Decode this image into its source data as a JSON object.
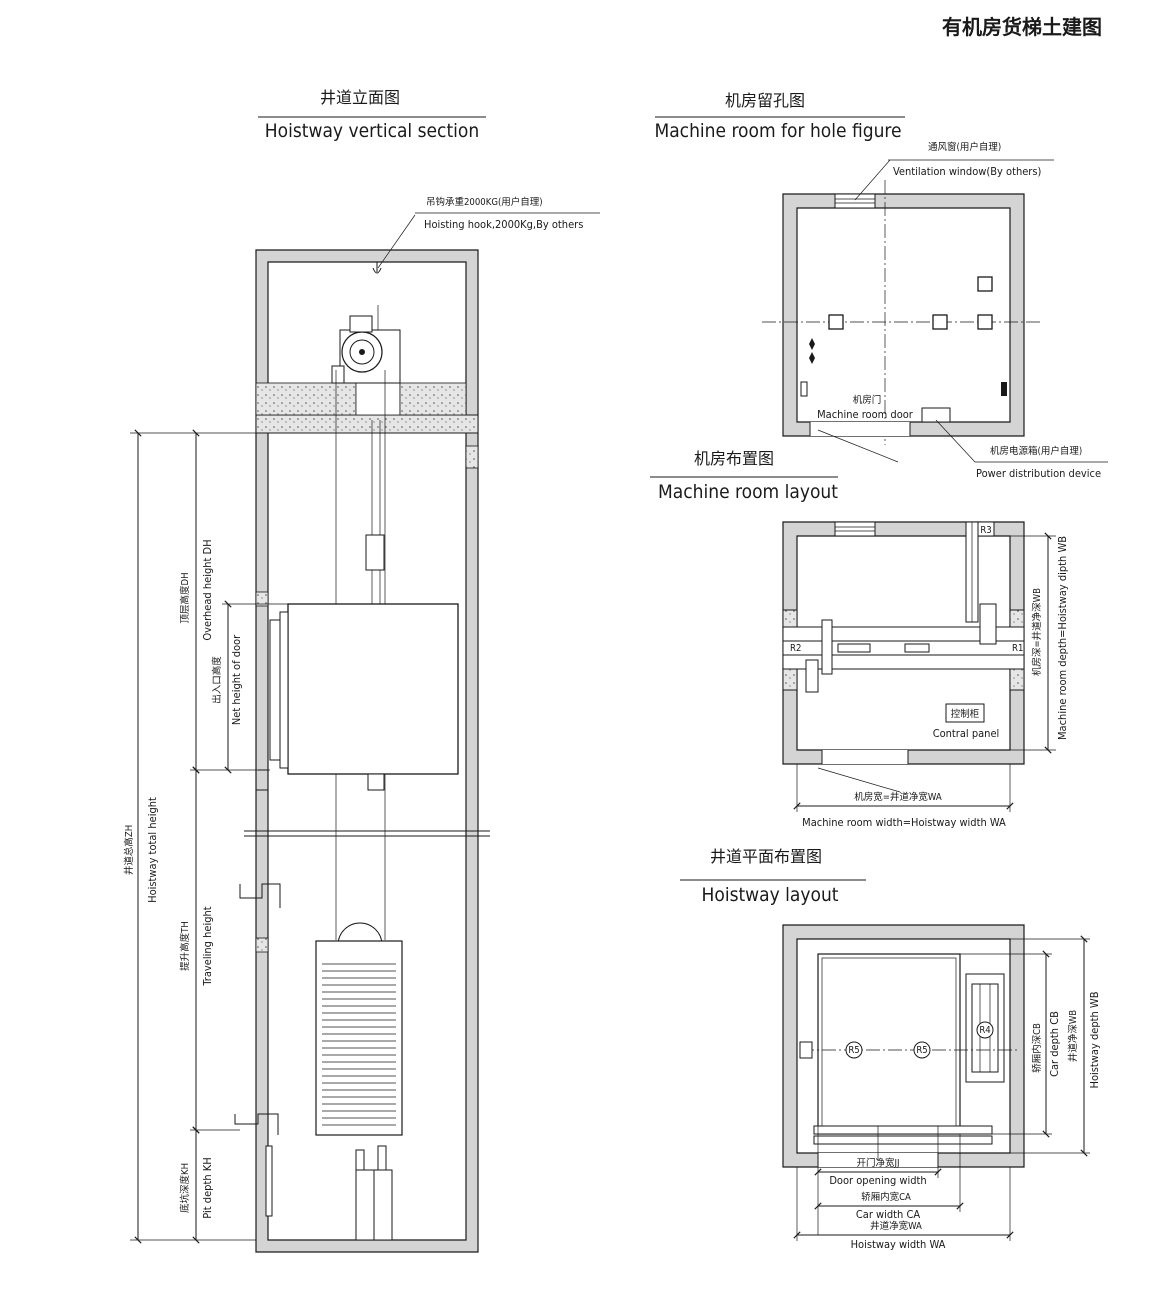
{
  "page_title": "有机房货梯土建图",
  "hoistway_vertical": {
    "title_cn": "井道立面图",
    "title_en": "Hoistway vertical section",
    "hook_cn": "吊钩承重2000KG(用户自理)",
    "hook_en": "Hoisting hook,2000Kg,By others",
    "overhead_cn": "顶层高度DH",
    "overhead_en": "Overhead height DH",
    "door_height_cn": "出入口高度",
    "door_height_en": "Net height of door",
    "total_cn": "井道总高ZH",
    "total_en": "Hoistway total height",
    "travel_cn": "提升高度TH",
    "travel_en": "Traveling height",
    "pit_cn": "底坑深度KH",
    "pit_en": "Pit depth KH"
  },
  "machine_hole": {
    "title_cn": "机房留孔图",
    "title_en": "Machine room for hole figure",
    "vent_cn": "通风窗(用户自理)",
    "vent_en": "Ventilation window(By others)",
    "door_cn": "机房门",
    "door_en": "Machine room door",
    "power_cn": "机房电源箱(用户自理)",
    "power_en": "Power distribution device"
  },
  "machine_layout": {
    "title_cn": "机房布置图",
    "title_en": "Machine room layout",
    "depth_cn": "机房深=井道净深WB",
    "depth_en": "Machine room depth=Hoistway dipth WB",
    "panel_cn": "控制柜",
    "panel_en": "Contral panel",
    "width_cn": "机房宽=井道净宽WA",
    "width_en": "Machine room width=Hoistway width WA",
    "r1": "R1",
    "r2": "R2",
    "r3": "R3"
  },
  "hoistway_layout": {
    "title_cn": "井道平面布置图",
    "title_en": "Hoistway layout",
    "door_open_cn": "开门净宽JJ",
    "door_open_en": "Door opening width",
    "car_width_cn": "轿厢内宽CA",
    "car_width_en": "Car width CA",
    "hw_width_cn": "井道净宽WA",
    "hw_width_en": "Hoistway width WA",
    "car_depth_cn": "轿厢内深CB",
    "car_depth_en": "Car depth CB",
    "hw_depth_cn": "井道净深WB",
    "hw_depth_en": "Hoistway depth WB",
    "r4": "R4",
    "r5": "R5"
  }
}
